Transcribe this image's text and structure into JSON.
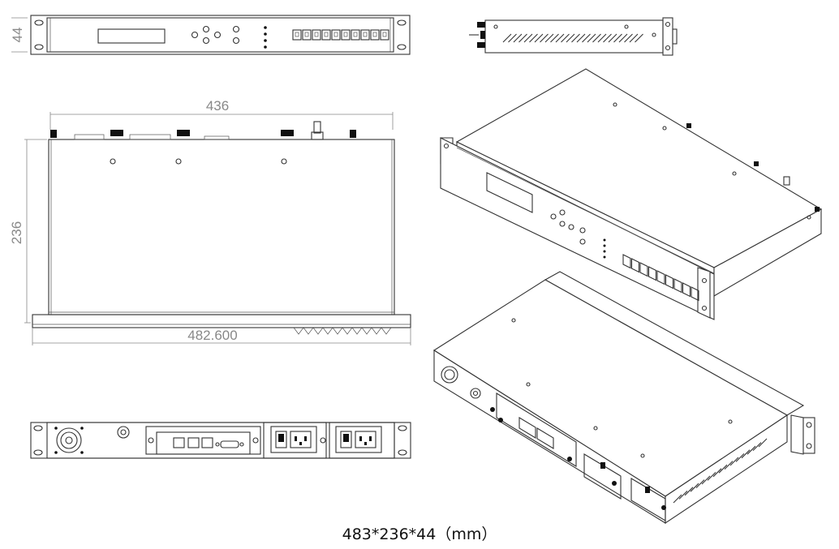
{
  "dimensions": {
    "height_label": "44",
    "inner_width_label": "436",
    "depth_label": "236",
    "overall_width_label": "482.600"
  },
  "caption": "483*236*44（mm）"
}
